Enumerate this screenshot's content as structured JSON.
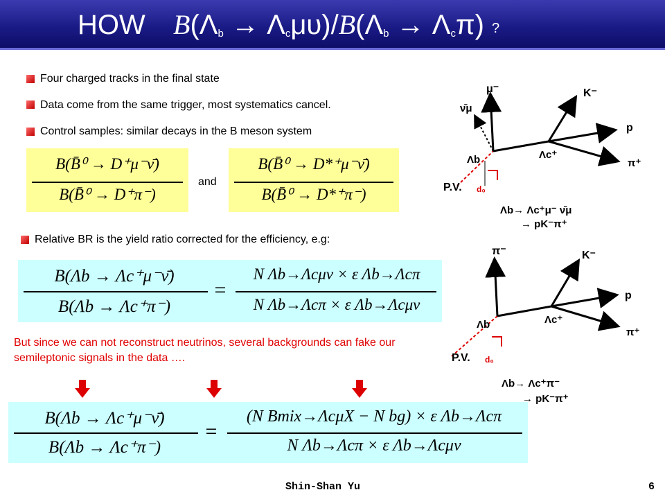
{
  "title": {
    "prefix": "HOW",
    "B": "B",
    "lambda": "Λ",
    "b": "b",
    "c": "c",
    "arrow": "→",
    "mu_nu": "μυ",
    "pi": "π",
    "lparen": "(",
    "rparen": ")",
    "slash": "/",
    "question": "?"
  },
  "bullets": [
    "Four charged tracks in the final state",
    "Data come from the same trigger, most systematics cancel.",
    "Control samples: similar decays in the B meson system",
    "Relative BR is the yield ratio corrected for the efficiency, e.g:"
  ],
  "control": {
    "eq1_num": "B(B̄⁰ → D⁺μ⁻ν̄)",
    "eq1_den": "B(B̄⁰ → D⁺π⁻)",
    "and_label": "and",
    "eq2_num": "B(B̄⁰ → D*⁺μ⁻ν̄)",
    "eq2_den": "B(B̄⁰ → D*⁺π⁻)"
  },
  "equation1": {
    "lhs_num": "B(Λb → Λc⁺μ⁻ν̄)",
    "lhs_den": "B(Λb → Λc⁺π⁻)",
    "eq": "=",
    "rhs_num": "N Λb→Λcμν × ε Λb→Λcπ",
    "rhs_den": "N Λb→Λcπ × ε Λb→Λcμν"
  },
  "warning": "But since we can not reconstruct neutrinos, several backgrounds can fake our semileptonic signals in the data ….",
  "equation2": {
    "lhs_num": "B(Λb → Λc⁺μ⁻ν̄)",
    "lhs_den": "B(Λb → Λc⁺π⁻)",
    "eq": "=",
    "rhs_num": "(N Bmix→ΛcμX − N bg) × ε Λb→Λcπ",
    "rhs_den": "N Λb→Λcπ × ε Λb→Λcμν"
  },
  "diagram1": {
    "labels": [
      "μ⁻",
      "ν̄μ",
      "K⁻",
      "p",
      "Λb",
      "Λc⁺",
      "π⁺",
      "P.V.",
      "d₀"
    ],
    "decay_line1": "Λb→ Λc⁺μ⁻ ν̄μ",
    "decay_line2": "→ pK⁻π⁺"
  },
  "diagram2": {
    "labels": [
      "π⁻",
      "K⁻",
      "p",
      "Λb",
      "Λc⁺",
      "π⁺",
      "P.V.",
      "d₀"
    ],
    "decay_line1": "Λb→ Λc⁺π⁻",
    "decay_line2": "→ pK⁻π⁺"
  },
  "footer": {
    "author": "Shin-Shan Yu",
    "page": "6"
  },
  "colors": {
    "title_bar": "#1a1a86",
    "equation_box_yellow": "#ffff99",
    "equation_box_cyan": "#ccffff",
    "warning_red": "#e00000",
    "arrow_red": "#dd0000"
  }
}
